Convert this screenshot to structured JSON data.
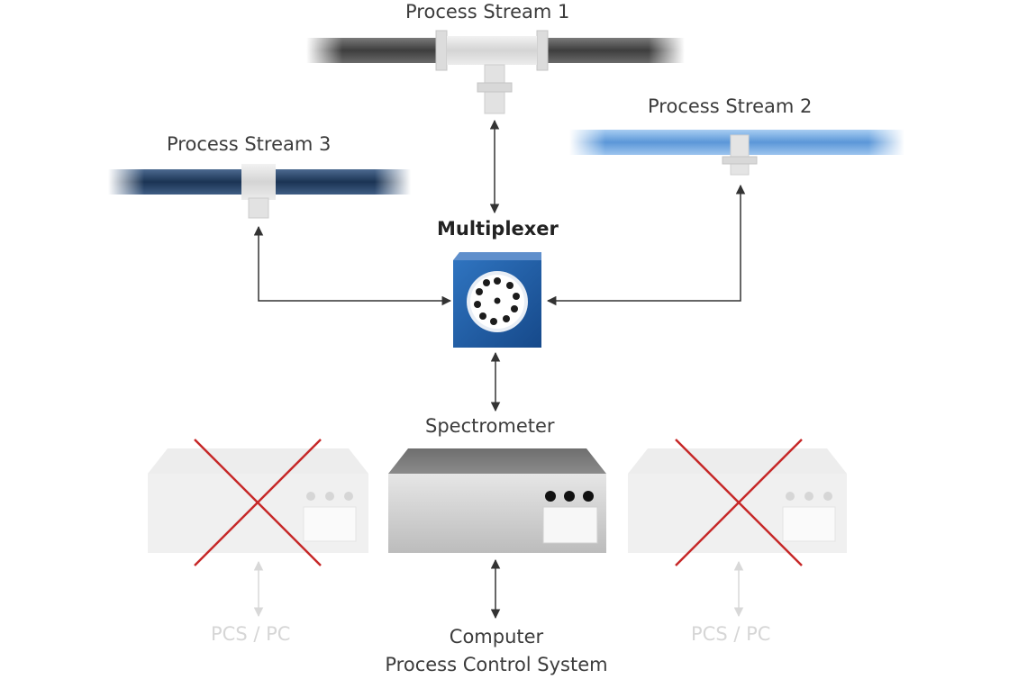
{
  "labels": {
    "stream1": "Process Stream 1",
    "stream2": "Process Stream 2",
    "stream3": "Process Stream 3",
    "multiplexer": "Multiplexer",
    "spectrometer": "Spectrometer",
    "computer_line1": "Computer",
    "computer_line2": "Process Control System",
    "pcs_left": "PCS / PC",
    "pcs_right": "PCS / PC"
  },
  "colors": {
    "stream1": "#5a5a5a",
    "stream2": "#7fb2e6",
    "stream3": "#243d5c",
    "multiplexer": "#1f5ea8",
    "cross": "#c62828",
    "arrow": "#333333",
    "faded": "#dcdcdc"
  }
}
